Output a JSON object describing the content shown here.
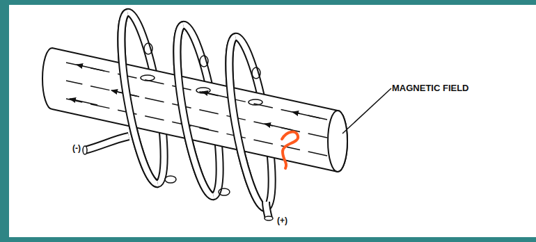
{
  "diagram": {
    "labels": [
      "MAGNETIC FIELD",
      "(-)",
      "(+)"
    ]
  }
}
